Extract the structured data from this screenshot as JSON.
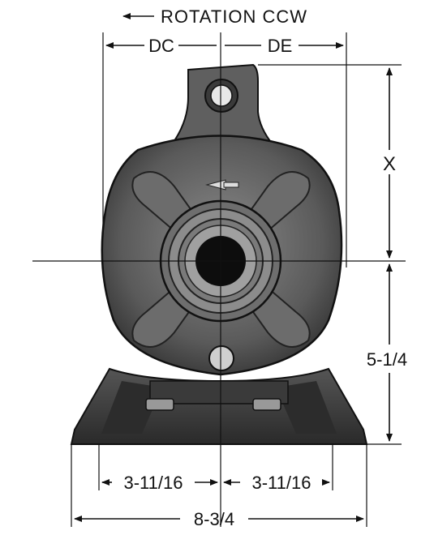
{
  "rotation": "ROTATION CCW",
  "dims": {
    "dc": "DC",
    "de": "DE",
    "x": "X",
    "height": "5-1/4",
    "half_left": "3-11/16",
    "half_right": "3-11/16",
    "overall_width": "8-3/4"
  },
  "colors": {
    "ink": "#111111",
    "casting": "#4a4a4a",
    "casting_light": "#7a7a7a",
    "background": "#ffffff"
  }
}
